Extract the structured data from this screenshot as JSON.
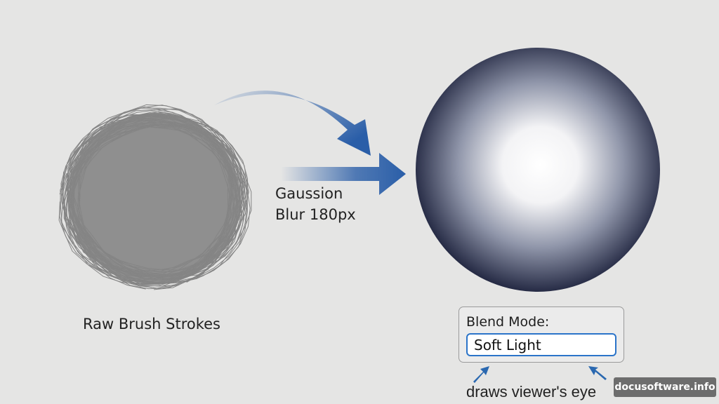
{
  "left_label": "Raw Brush Strokes",
  "process_label_line1": "Gaussion",
  "process_label_line2": "Blur 180px",
  "blend_panel": {
    "title": "Blend Mode:",
    "value": "Soft Light"
  },
  "caption": "draws viewer's eye",
  "watermark": "docusoftware.info",
  "colors": {
    "background": "#e5e5e4",
    "arrow": "#2a5ea8",
    "sphere_edge": "#262b45",
    "field_border": "#2b74c9",
    "strokes": "#8c8c8c"
  }
}
